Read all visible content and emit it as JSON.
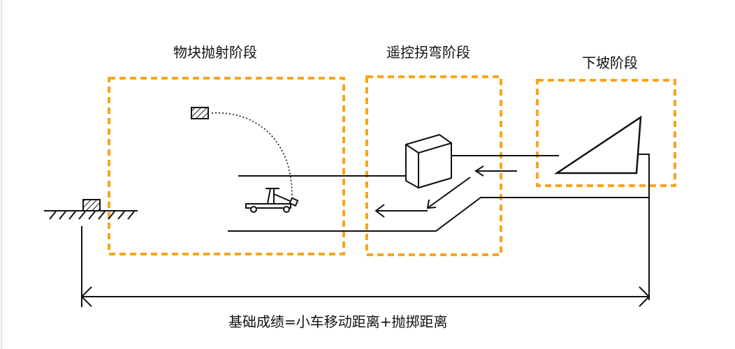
{
  "stages": [
    {
      "label": "物块抛射阶段"
    },
    {
      "label": "遥控拐弯阶段"
    },
    {
      "label": "下坡阶段"
    }
  ],
  "formula": "基础成绩=小车移动距离+抛掷距离",
  "colors": {
    "stage_border": "#F7A51C",
    "line": "#111111",
    "block_hatch": "#111111"
  }
}
